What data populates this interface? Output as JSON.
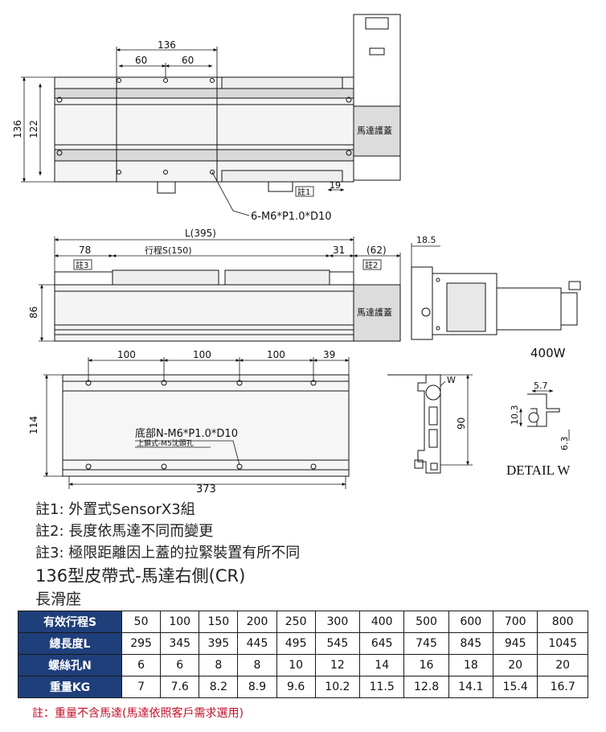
{
  "drawing": {
    "top_view": {
      "dim_136_top": "136",
      "dim_60_left": "60",
      "dim_60_right": "60",
      "dim_136_side": "136",
      "dim_122_side": "122",
      "motor_cover_label": "馬達護蓋",
      "note1_tag": "註1",
      "dim_19": "19",
      "bolt_callout": "6-M6*P1.0*D10"
    },
    "side_view": {
      "dim_L": "L(395)",
      "dim_78": "78",
      "stroke_label": "行程S(150)",
      "dim_31": "31",
      "dim_62": "(62)",
      "dim_18_5": "18.5",
      "note3_tag": "註3",
      "note2_tag": "註2",
      "dim_86": "86",
      "motor_cover_label": "馬達護蓋",
      "motor_power": "400W"
    },
    "bottom_view": {
      "dim_100_a": "100",
      "dim_100_b": "100",
      "dim_100_c": "100",
      "dim_39": "39",
      "dim_114": "114",
      "bottom_holes": "底部N-M6*P1.0*D10",
      "lock_type": "上鎖式-M5沈頭孔",
      "dim_373": "373"
    },
    "profile": {
      "w_label": "W",
      "dim_90": "90"
    },
    "detail": {
      "dim_5_7": "5.7",
      "dim_10_3": "10.3",
      "dim_6_3": "6.3",
      "title": "DETAIL W"
    }
  },
  "notes": [
    "註1: 外置式SensorX3組",
    "註2: 長度依馬達不同而變更",
    "註3: 極限距離因上蓋的拉緊裝置有所不同"
  ],
  "title": "136型皮帶式-馬達右側(CR)",
  "subtitle": "長滑座",
  "spec_table": {
    "rows": [
      {
        "header": "有效行程S",
        "values": [
          "50",
          "100",
          "150",
          "200",
          "250",
          "300",
          "400",
          "500",
          "600",
          "700",
          "800"
        ]
      },
      {
        "header": "總長度L",
        "values": [
          "295",
          "345",
          "395",
          "445",
          "495",
          "545",
          "645",
          "745",
          "845",
          "945",
          "1045"
        ]
      },
      {
        "header": "螺絲孔N",
        "values": [
          "6",
          "6",
          "8",
          "8",
          "10",
          "12",
          "14",
          "16",
          "18",
          "20",
          "20"
        ]
      },
      {
        "header": "重量KG",
        "values": [
          "7",
          "7.6",
          "8.2",
          "8.9",
          "9.6",
          "10.2",
          "11.5",
          "12.8",
          "14.1",
          "15.4",
          "16.7"
        ]
      }
    ]
  },
  "footnote": "註：重量不含馬達(馬達依照客戶需求選用)",
  "colors": {
    "header_bg": "#1f3f7a",
    "footnote": "#c0112a",
    "body_grey": "#f2f2f2",
    "motor_cover": "#dcdcdc"
  }
}
